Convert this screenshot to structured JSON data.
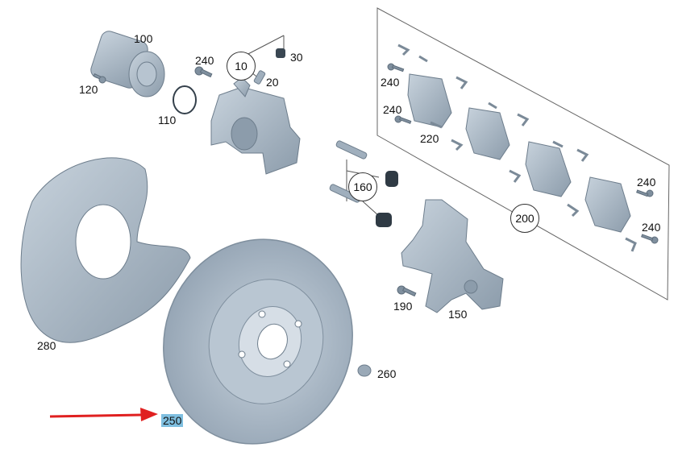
{
  "diagram": {
    "colors": {
      "part_fill": "#a9b8c6",
      "part_stroke": "#6d7d8c",
      "line": "#555555",
      "arrow": "#e02020",
      "highlight": "#7fbfe0"
    },
    "labels": {
      "p100": "100",
      "p120": "120",
      "p240a": "240",
      "p10": "10",
      "p30": "30",
      "p20": "20",
      "p110": "110",
      "p240b": "240",
      "p240c": "240",
      "p220": "220",
      "p160": "160",
      "p200": "200",
      "p240d": "240",
      "p240e": "240",
      "p280": "280",
      "p190": "190",
      "p150": "150",
      "p260": "260",
      "p250": "250"
    },
    "highlighted_part": "250",
    "arrow_target": "250"
  }
}
